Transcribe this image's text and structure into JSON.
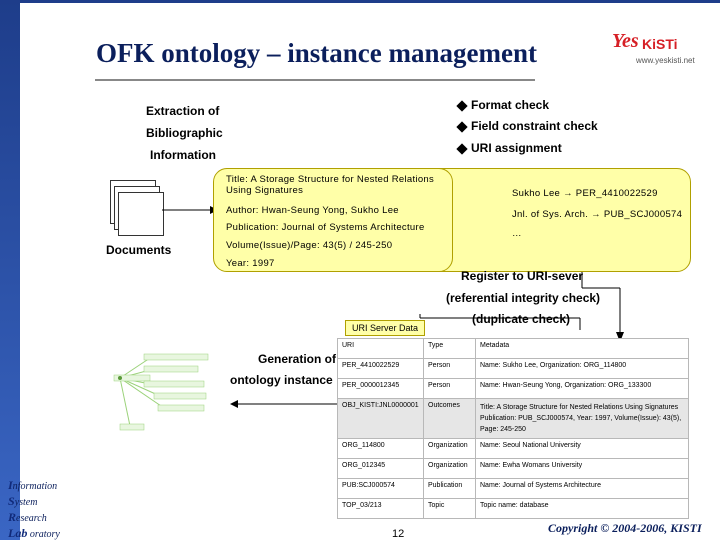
{
  "slide": {
    "title": "OFK ontology – instance management",
    "page_number": "12",
    "copyright": "Copyright © 2004-2006, KISTI"
  },
  "logo": {
    "yes": "Yes",
    "kisti": "KiSTi",
    "url": "www.yeskisti.net"
  },
  "left_block": {
    "line1": "Extraction of",
    "line2": "Bibliographic",
    "line3": "Information",
    "documents_label": "Documents"
  },
  "checks": [
    "Format check",
    "Field constraint check",
    "URI assignment"
  ],
  "metadata": {
    "title": "Title: A Storage Structure for Nested Relations Using Signatures",
    "author": "Author: Hwan-Seung Yong, Sukho Lee",
    "publication": "Publication: Journal of Systems Architecture",
    "volume": "Volume(Issue)/Page: 43(5) / 245-250",
    "year": "Year: 1997"
  },
  "uri_assignments": {
    "line1": "Sukho Lee → PER_4410022529",
    "line2": "Jnl. of Sys. Arch. → PUB_SCJ000574",
    "line3": "…"
  },
  "flow": {
    "register": "Register to URI-sever",
    "referential": "(referential integrity check)",
    "duplicate": "(duplicate check)",
    "generation_line1": "Generation of",
    "generation_line2": "ontology instance",
    "uri_server_data": "URI Server Data"
  },
  "uri_table": {
    "headers": [
      "URI",
      "Type",
      "Metadata"
    ],
    "rows": [
      [
        "PER_4410022529",
        "Person",
        "Name: Sukho Lee, Organization: ORG_114800"
      ],
      [
        "PER_0000012345",
        "Person",
        "Name: Hwan-Seung Yong, Organization: ORG_133300"
      ],
      [
        "OBJ_KISTI:JNL0000001",
        "Outcomes",
        "Title: A Storage Structure for Nested Relations Using Signatures Publication: PUB_SCJ000574, Year: 1997, Volume(Issue): 43(5), Page: 245-250"
      ],
      [
        "ORG_114800",
        "Organization",
        "Name: Seoul National University"
      ],
      [
        "ORG_012345",
        "Organization",
        "Name: Ewha Womans University"
      ],
      [
        "PUB:SCJ000574",
        "Publication",
        "Name: Journal of Systems Architecture"
      ],
      [
        "TOP_03/213",
        "Topic",
        "Topic name: database"
      ]
    ]
  },
  "lab": {
    "line1_initial": "I",
    "line1_rest": "nformation",
    "line2_initial": "S",
    "line2_rest": "ystem",
    "line3_initial": "R",
    "line3_rest": "esearch",
    "line4_initial": "Lab",
    "line4_rest": "oratory"
  },
  "colors": {
    "title": "#0b1f5c",
    "sidebar": "#1e3d8a",
    "note_fill": "#ffffa8",
    "brand": "#d61f26"
  }
}
